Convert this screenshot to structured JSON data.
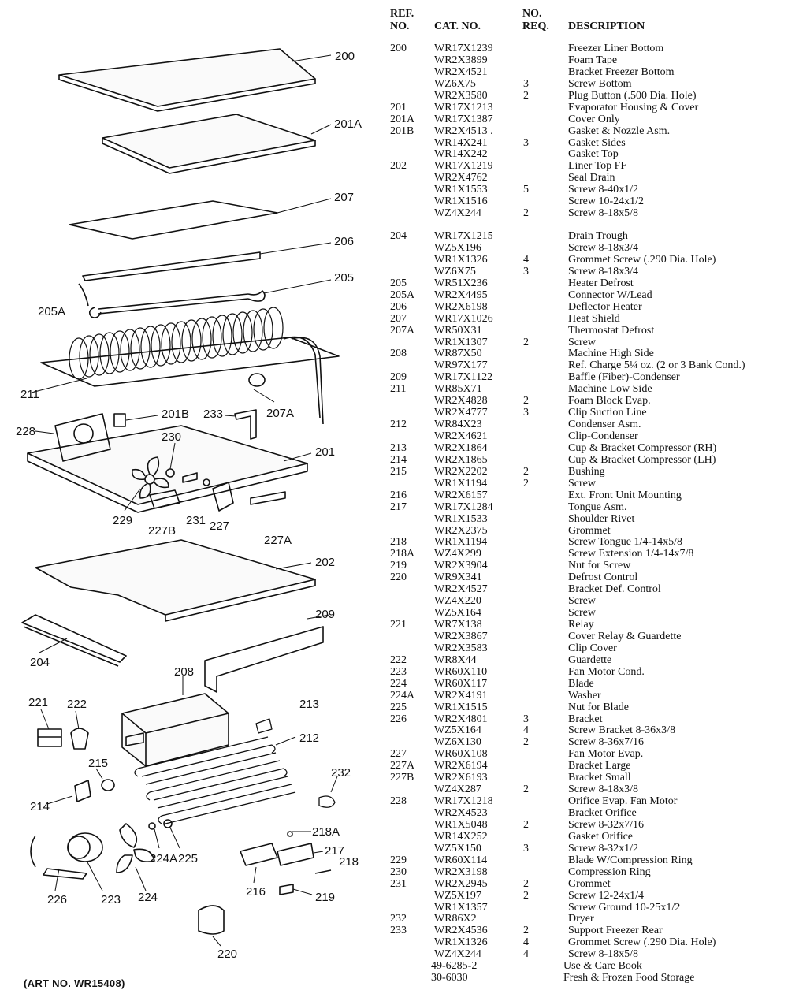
{
  "header": {
    "ref": "REF.",
    "ref2": "NO.",
    "cat": "CAT. NO.",
    "req": "NO.",
    "req2": "REQ.",
    "desc": "DESCRIPTION"
  },
  "art_no": "(ART NO. WR15408)",
  "callouts": [
    "200",
    "201A",
    "207",
    "206",
    "205",
    "205A",
    "211",
    "207A",
    "228",
    "201B",
    "233",
    "230",
    "201",
    "229",
    "227B",
    "231",
    "227",
    "227A",
    "202",
    "209",
    "204",
    "208",
    "221",
    "222",
    "213",
    "212",
    "215",
    "232",
    "214",
    "218A",
    "217",
    "218",
    "226",
    "223",
    "224",
    "224A",
    "225",
    "216",
    "219",
    "220"
  ],
  "parts": [
    {
      "ref": "200",
      "cat": "WR17X1239",
      "req": "",
      "desc": "Freezer Liner Bottom"
    },
    {
      "ref": "",
      "cat": "WR2X3899",
      "req": "",
      "desc": "Foam Tape"
    },
    {
      "ref": "",
      "cat": "WR2X4521",
      "req": "",
      "desc": "Bracket Freezer Bottom"
    },
    {
      "ref": "",
      "cat": "WZ6X75",
      "req": "3",
      "desc": "Screw Bottom"
    },
    {
      "ref": "",
      "cat": "WR2X3580",
      "req": "2",
      "desc": "Plug Button (.500 Dia. Hole)"
    },
    {
      "ref": "201",
      "cat": "WR17X1213",
      "req": "",
      "desc": "Evaporator Housing & Cover"
    },
    {
      "ref": "201A",
      "cat": "WR17X1387",
      "req": "",
      "desc": "Cover Only"
    },
    {
      "ref": "201B",
      "cat": "WR2X4513 .",
      "req": "",
      "desc": "Gasket & Nozzle Asm."
    },
    {
      "ref": "",
      "cat": "WR14X241",
      "req": "3",
      "desc": "Gasket Sides"
    },
    {
      "ref": "",
      "cat": "WR14X242",
      "req": "",
      "desc": "Gasket Top"
    },
    {
      "ref": "202",
      "cat": "WR17X1219",
      "req": "",
      "desc": "Liner Top FF"
    },
    {
      "ref": "",
      "cat": "WR2X4762",
      "req": "",
      "desc": "Seal Drain"
    },
    {
      "ref": "",
      "cat": "WR1X1553",
      "req": "5",
      "desc": "Screw 8-40x1/2"
    },
    {
      "ref": "",
      "cat": "WR1X1516",
      "req": "",
      "desc": "Screw 10-24x1/2"
    },
    {
      "ref": "",
      "cat": "WZ4X244",
      "req": "2",
      "desc": "Screw 8-18x5/8"
    },
    {
      "ref": "204",
      "cat": "WR17X1215",
      "req": "",
      "desc": "Drain Trough",
      "gap": true
    },
    {
      "ref": "",
      "cat": "WZ5X196",
      "req": "",
      "desc": "Screw 8-18x3/4"
    },
    {
      "ref": "",
      "cat": "WR1X1326",
      "req": "4",
      "desc": "Grommet Screw (.290 Dia. Hole)"
    },
    {
      "ref": "",
      "cat": "WZ6X75",
      "req": "3",
      "desc": "Screw 8-18x3/4"
    },
    {
      "ref": "205",
      "cat": "WR51X236",
      "req": "",
      "desc": "Heater Defrost"
    },
    {
      "ref": "205A",
      "cat": "WR2X4495",
      "req": "",
      "desc": "Connector W/Lead"
    },
    {
      "ref": "206",
      "cat": "WR2X6198",
      "req": "",
      "desc": "Deflector Heater"
    },
    {
      "ref": "207",
      "cat": "WR17X1026",
      "req": "",
      "desc": "Heat Shield"
    },
    {
      "ref": "207A",
      "cat": "WR50X31",
      "req": "",
      "desc": "Thermostat Defrost"
    },
    {
      "ref": "",
      "cat": "WR1X1307",
      "req": "2",
      "desc": "Screw"
    },
    {
      "ref": "208",
      "cat": "WR87X50",
      "req": "",
      "desc": "Machine High Side"
    },
    {
      "ref": "",
      "cat": "WR97X177",
      "req": "",
      "desc": "Ref. Charge 5¼ oz. (2 or 3 Bank Cond.)"
    },
    {
      "ref": "209",
      "cat": "WR17X1122",
      "req": "",
      "desc": "Baffle (Fiber)-Condenser"
    },
    {
      "ref": "211",
      "cat": "WR85X71",
      "req": "",
      "desc": "Machine Low Side"
    },
    {
      "ref": "",
      "cat": "WR2X4828",
      "req": "2",
      "desc": "Foam Block Evap."
    },
    {
      "ref": "",
      "cat": "WR2X4777",
      "req": "3",
      "desc": "Clip Suction Line"
    },
    {
      "ref": "212",
      "cat": "WR84X23",
      "req": "",
      "desc": "Condenser Asm."
    },
    {
      "ref": "",
      "cat": "WR2X4621",
      "req": "",
      "desc": "Clip-Condenser"
    },
    {
      "ref": "213",
      "cat": "WR2X1864",
      "req": "",
      "desc": "Cup & Bracket Compressor (RH)"
    },
    {
      "ref": "214",
      "cat": "WR2X1865",
      "req": "",
      "desc": "Cup & Bracket Compressor (LH)"
    },
    {
      "ref": "215",
      "cat": "WR2X2202",
      "req": "2",
      "desc": "Bushing"
    },
    {
      "ref": "",
      "cat": "WR1X1194",
      "req": "2",
      "desc": "Screw"
    },
    {
      "ref": "216",
      "cat": "WR2X6157",
      "req": "",
      "desc": "Ext. Front Unit Mounting"
    },
    {
      "ref": "217",
      "cat": "WR17X1284",
      "req": "",
      "desc": "Tongue Asm."
    },
    {
      "ref": "",
      "cat": "WR1X1533",
      "req": "",
      "desc": "Shoulder Rivet"
    },
    {
      "ref": "",
      "cat": "WR2X2375",
      "req": "",
      "desc": "Grommet"
    },
    {
      "ref": "218",
      "cat": "WR1X1194",
      "req": "",
      "desc": "Screw Tongue 1/4-14x5/8"
    },
    {
      "ref": "218A",
      "cat": "WZ4X299",
      "req": "",
      "desc": "Screw Extension 1/4-14x7/8"
    },
    {
      "ref": "219",
      "cat": "WR2X3904",
      "req": "",
      "desc": "Nut for Screw"
    },
    {
      "ref": "220",
      "cat": "WR9X341",
      "req": "",
      "desc": "Defrost Control"
    },
    {
      "ref": "",
      "cat": "WR2X4527",
      "req": "",
      "desc": "Bracket Def. Control"
    },
    {
      "ref": "",
      "cat": "WZ4X220",
      "req": "",
      "desc": "Screw"
    },
    {
      "ref": "",
      "cat": "WZ5X164",
      "req": "",
      "desc": "Screw"
    },
    {
      "ref": "221",
      "cat": "WR7X138",
      "req": "",
      "desc": "Relay"
    },
    {
      "ref": "",
      "cat": "WR2X3867",
      "req": "",
      "desc": "Cover Relay & Guardette"
    },
    {
      "ref": "",
      "cat": "WR2X3583",
      "req": "",
      "desc": "Clip Cover"
    },
    {
      "ref": "222",
      "cat": "WR8X44",
      "req": "",
      "desc": "Guardette"
    },
    {
      "ref": "223",
      "cat": "WR60X110",
      "req": "",
      "desc": "Fan Motor Cond."
    },
    {
      "ref": "224",
      "cat": "WR60X117",
      "req": "",
      "desc": "Blade"
    },
    {
      "ref": "224A",
      "cat": "WR2X4191",
      "req": "",
      "desc": "Washer"
    },
    {
      "ref": "225",
      "cat": "WR1X1515",
      "req": "",
      "desc": "Nut for Blade"
    },
    {
      "ref": "226",
      "cat": "WR2X4801",
      "req": "3",
      "desc": "Bracket"
    },
    {
      "ref": "",
      "cat": "WZ5X164",
      "req": "4",
      "desc": "Screw Bracket 8-36x3/8"
    },
    {
      "ref": "",
      "cat": "WZ6X130",
      "req": "2",
      "desc": "Screw 8-36x7/16"
    },
    {
      "ref": "227",
      "cat": "WR60X108",
      "req": "",
      "desc": "Fan Motor Evap."
    },
    {
      "ref": "227A",
      "cat": "WR2X6194",
      "req": "",
      "desc": "Bracket Large"
    },
    {
      "ref": "227B",
      "cat": "WR2X6193",
      "req": "",
      "desc": "Bracket Small"
    },
    {
      "ref": "",
      "cat": "WZ4X287",
      "req": "2",
      "desc": "Screw 8-18x3/8"
    },
    {
      "ref": "228",
      "cat": "WR17X1218",
      "req": "",
      "desc": "Orifice Evap. Fan Motor"
    },
    {
      "ref": "",
      "cat": "WR2X4523",
      "req": "",
      "desc": "Bracket Orifice"
    },
    {
      "ref": "",
      "cat": "WR1X5048",
      "req": "2",
      "desc": "Screw 8-32x7/16"
    },
    {
      "ref": "",
      "cat": "WR14X252",
      "req": "",
      "desc": "Gasket Orifice"
    },
    {
      "ref": "",
      "cat": "WZ5X150",
      "req": "3",
      "desc": "Screw 8-32x1/2"
    },
    {
      "ref": "229",
      "cat": "WR60X114",
      "req": "",
      "desc": "Blade W/Compression Ring"
    },
    {
      "ref": "230",
      "cat": "WR2X3198",
      "req": "",
      "desc": "Compression Ring"
    },
    {
      "ref": "231",
      "cat": "WR2X2945",
      "req": "2",
      "desc": "Grommet"
    },
    {
      "ref": "",
      "cat": "WZ5X197",
      "req": "2",
      "desc": "Screw 12-24x1/4"
    },
    {
      "ref": "",
      "cat": "WR1X1357",
      "req": "",
      "desc": "Screw Ground 10-25x1/2"
    },
    {
      "ref": "232",
      "cat": "WR86X2",
      "req": "",
      "desc": "Dryer"
    },
    {
      "ref": "233",
      "cat": "WR2X4536",
      "req": "2",
      "desc": "Support Freezer Rear"
    },
    {
      "ref": "",
      "cat": "WR1X1326",
      "req": "4",
      "desc": "Grommet Screw (.290 Dia. Hole)"
    },
    {
      "ref": "",
      "cat": "WZ4X244",
      "req": "4",
      "desc": "Screw 8-18x5/8"
    },
    {
      "ref": "",
      "cat": "49-6285-2",
      "req": "",
      "desc": "Use & Care Book",
      "foot": true
    },
    {
      "ref": "",
      "cat": "30-6030",
      "req": "",
      "desc": "Fresh & Frozen Food Storage",
      "foot": true
    }
  ]
}
